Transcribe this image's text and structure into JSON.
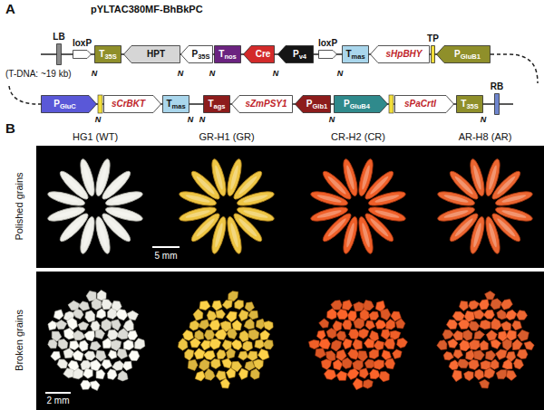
{
  "diagram": {
    "title": "pYLTAC380MF-BhBkPC",
    "nodes": [
      {
        "text": [
          "LB"
        ]
      },
      {
        "text": [
          "loxP"
        ]
      },
      {
        "text": [
          "T35S"
        ]
      },
      {
        "text": [
          "HPT"
        ]
      },
      {
        "text": [
          "P35S"
        ]
      },
      {
        "text": [
          "Tnos"
        ]
      },
      {
        "text": [
          "Cre"
        ]
      },
      {
        "text": [
          "Pv4"
        ]
      },
      {
        "text": [
          "loxP"
        ]
      },
      {
        "text": [
          "Tmas"
        ]
      },
      {
        "text": [
          "sHpBHY"
        ]
      },
      {
        "text": [
          "TP"
        ]
      },
      {
        "text": [
          "PGluB1"
        ]
      },
      {
        "text": [
          "PGluC"
        ]
      },
      {
        "text": [
          "sCrBKT"
        ]
      },
      {
        "text": [
          "Tmas"
        ]
      },
      {
        "text": [
          "Tags"
        ]
      },
      {
        "text": [
          "sZmPSY1"
        ]
      },
      {
        "text": [
          "PGlb1"
        ]
      },
      {
        "text": [
          "PGluB4"
        ]
      },
      {
        "text": [
          "sPaCrtI"
        ]
      },
      {
        "text": [
          "T35S"
        ]
      },
      {
        "text": [
          "RB"
        ]
      }
    ],
    "labels": [
      "A",
      "(T-DNA: ~19 kb)",
      "N",
      "N",
      "N",
      "N",
      "N",
      "N",
      "N",
      "N",
      "N",
      "N",
      "B",
      "HG1 (WT)",
      "GR-H1 (GR)",
      "CR-H2 (CR)",
      "AR-H8 (AR)",
      "Polished grains",
      "Broken grains",
      "5 mm",
      "2 mm"
    ]
  }
}
